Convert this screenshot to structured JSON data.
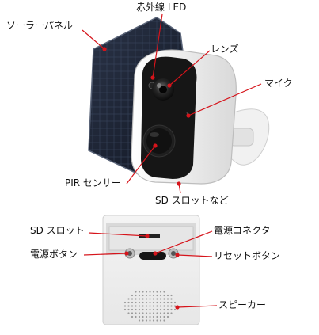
{
  "camera_view": {
    "labels": {
      "solar_panel": "ソーラーパネル",
      "ir_led": "赤外線 LED",
      "lens": "レンズ",
      "mic": "マイク",
      "pir_sensor": "PIR センサー",
      "sd_slot_etc": "SD スロットなど"
    }
  },
  "underside_view": {
    "labels": {
      "sd_slot": "SD スロット",
      "power_connector": "電源コネクタ",
      "power_button": "電源ボタン",
      "reset_button": "リセットボタン",
      "speaker": "スピーカー"
    }
  },
  "colors": {
    "pointer": "#d6141b",
    "panel": "#1a2233",
    "camera_body": "#f2f2f2",
    "camera_face": "#1b1b1b"
  }
}
